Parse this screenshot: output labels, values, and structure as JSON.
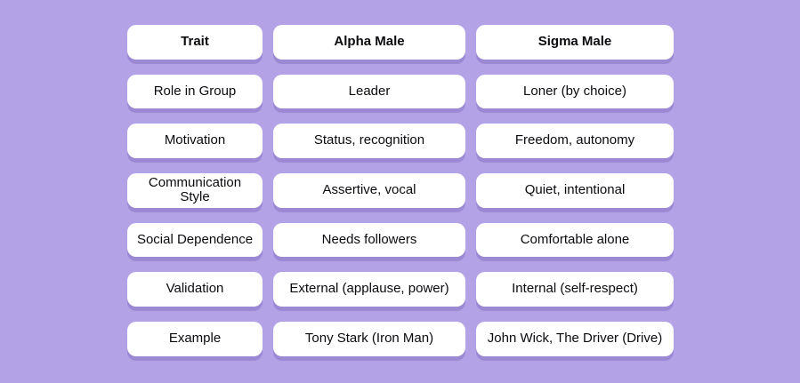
{
  "colors": {
    "background": "#b3a2e6",
    "shadow": "#9c89d4",
    "card": "#ffffff",
    "text": "#0b0b0f"
  },
  "chart_data": {
    "type": "table",
    "title": "",
    "columns": [
      "Trait",
      "Alpha Male",
      "Sigma Male"
    ],
    "rows": [
      [
        "Role in Group",
        "Leader",
        "Loner (by choice)"
      ],
      [
        "Motivation",
        "Status, recognition",
        "Freedom, autonomy"
      ],
      [
        "Communication Style",
        "Assertive, vocal",
        "Quiet, intentional"
      ],
      [
        "Social Dependence",
        "Needs followers",
        "Comfortable alone"
      ],
      [
        "Validation",
        "External (applause, power)",
        "Internal (self-respect)"
      ],
      [
        "Example",
        "Tony Stark (Iron Man)",
        "John Wick, The Driver (Drive)"
      ]
    ],
    "layout": {
      "header_row": true,
      "grid": "off",
      "legend": "none",
      "style": "white rounded pill cells with solid purple drop shadow on lavender background"
    }
  }
}
